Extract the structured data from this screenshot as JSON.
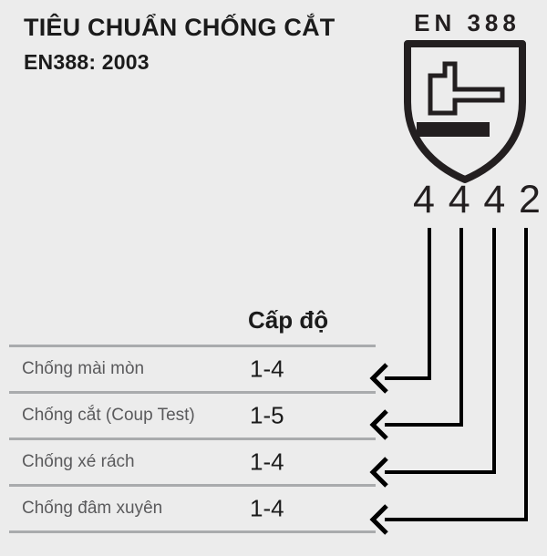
{
  "header": {
    "title_line1": "TIÊU CHUẨN CHỐNG CẮT",
    "title_line2": "EN388: 2003"
  },
  "logo": {
    "caption": "EN 388",
    "shield_icon": "shield-icon",
    "pictogram_icon": "hammer-anvil-icon"
  },
  "rating": {
    "digits": [
      "4",
      "4",
      "4",
      "2"
    ]
  },
  "table": {
    "column_header": "Cấp độ",
    "rows": [
      {
        "label": "Chống mài mòn",
        "value": "1-4"
      },
      {
        "label": "Chống cắt (Coup Test)",
        "value": "1-5"
      },
      {
        "label": "Chống xé rách",
        "value": "1-4"
      },
      {
        "label": "Chống đâm xuyên",
        "value": "1-4"
      }
    ]
  },
  "connectors": {
    "arrow_icon": "arrow-left-icon",
    "count": 4
  },
  "colors": {
    "background": "#ececec",
    "ink": "#231f20",
    "label_gray": "#5a5a5c",
    "rule_gray": "#a9abad"
  }
}
